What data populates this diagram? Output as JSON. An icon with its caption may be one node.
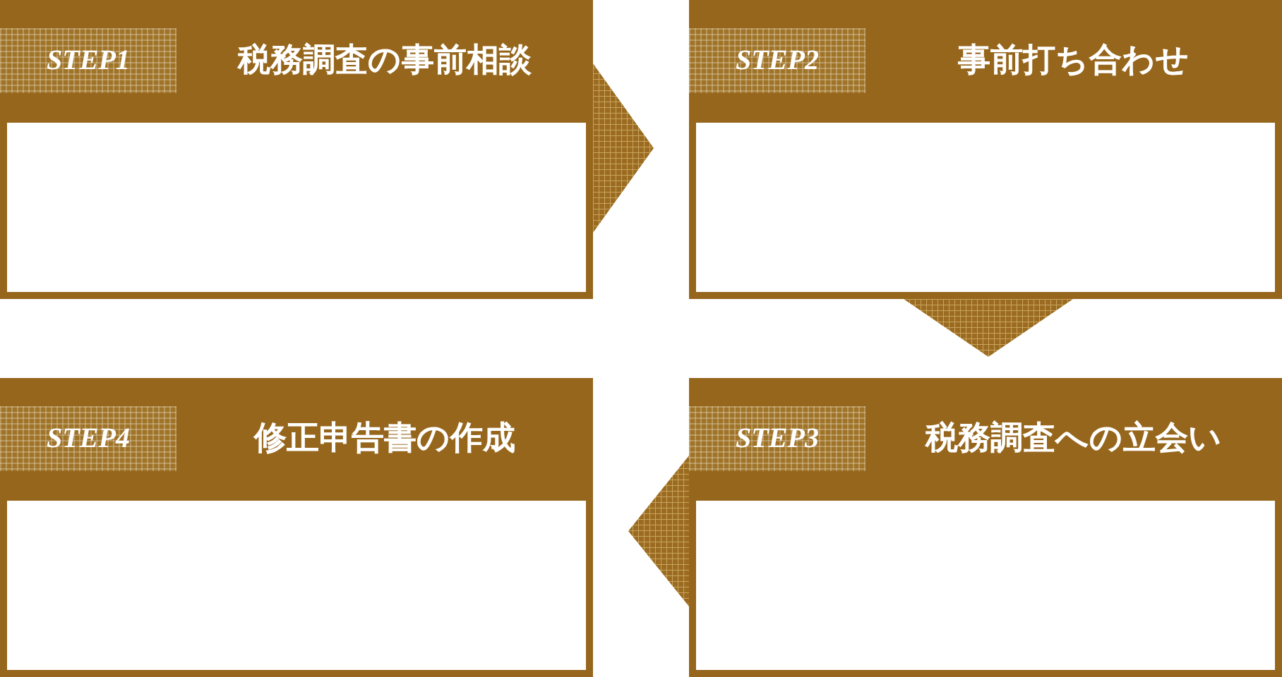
{
  "diagram": {
    "nodes": [
      {
        "text": [
          "STEP1",
          "税務調査の事前相談"
        ]
      },
      {
        "text": [
          "STEP2",
          "事前打ち合わせ"
        ]
      },
      {
        "text": [
          "STEP3",
          "税務調査への立会い"
        ]
      },
      {
        "text": [
          "STEP4",
          "修正申告書の作成"
        ]
      }
    ],
    "edges": [
      {
        "from": 0,
        "to": 1,
        "arrow": "to"
      },
      {
        "from": 1,
        "to": 2,
        "arrow": "to"
      },
      {
        "from": 2,
        "to": 3,
        "arrow": "to"
      }
    ]
  }
}
